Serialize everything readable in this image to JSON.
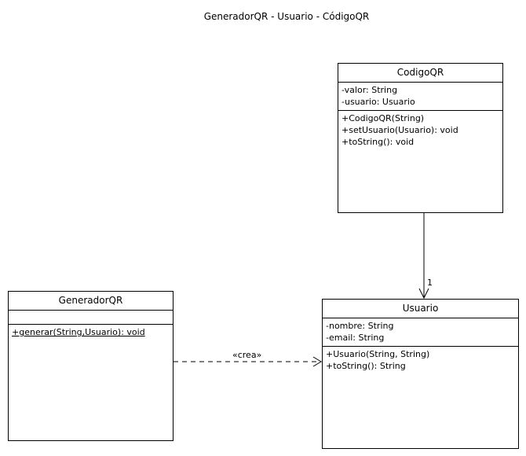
{
  "title": "GeneradorQR - Usuario - CódigoQR",
  "classes": {
    "codigoqr": {
      "name": "CodigoQR",
      "attributes": [
        "-valor: String",
        "-usuario: Usuario"
      ],
      "operations": [
        "+CodigoQR(String)",
        "+setUsuario(Usuario): void",
        "+toString(): void"
      ]
    },
    "generadorqr": {
      "name": "GeneradorQR",
      "attributes": [],
      "operations": [
        "+generar(String,Usuario): void"
      ]
    },
    "usuario": {
      "name": "Usuario",
      "attributes": [
        "-nombre: String",
        "-email: String"
      ],
      "operations": [
        "+Usuario(String, String)",
        "+toString(): String"
      ]
    }
  },
  "relations": {
    "association": {
      "from": "CodigoQR",
      "to": "Usuario",
      "multiplicity": "1"
    },
    "dependency": {
      "from": "GeneradorQR",
      "to": "Usuario",
      "stereotype": "«crea»"
    }
  }
}
